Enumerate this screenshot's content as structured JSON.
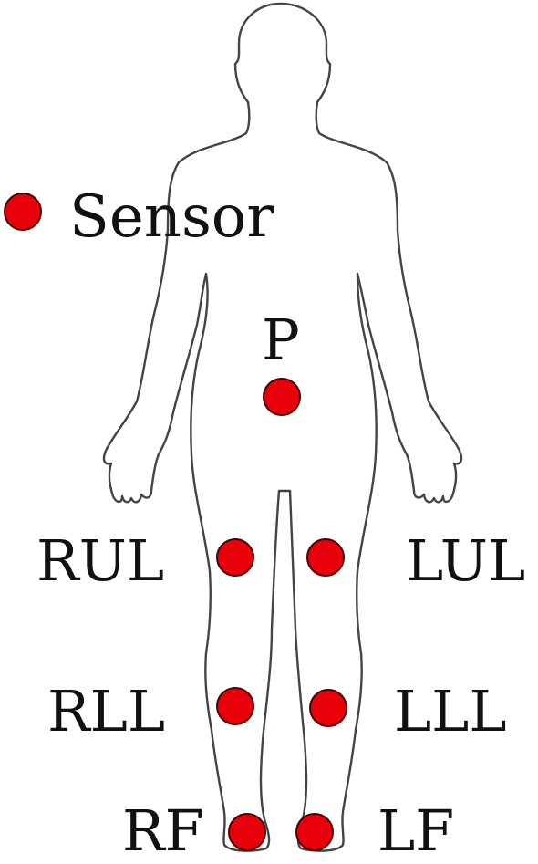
{
  "diagram": {
    "legend": {
      "label": "Sensor"
    },
    "sensors": [
      {
        "id": "pelvis",
        "label": "P"
      },
      {
        "id": "right-upper-leg",
        "label": "RUL"
      },
      {
        "id": "left-upper-leg",
        "label": "LUL"
      },
      {
        "id": "right-lower-leg",
        "label": "RLL"
      },
      {
        "id": "left-lower-leg",
        "label": "LLL"
      },
      {
        "id": "right-foot",
        "label": "RF"
      },
      {
        "id": "left-foot",
        "label": "LF"
      }
    ]
  },
  "colors": {
    "marker": "#e8000b",
    "outline": "#444444",
    "text": "#111111"
  }
}
